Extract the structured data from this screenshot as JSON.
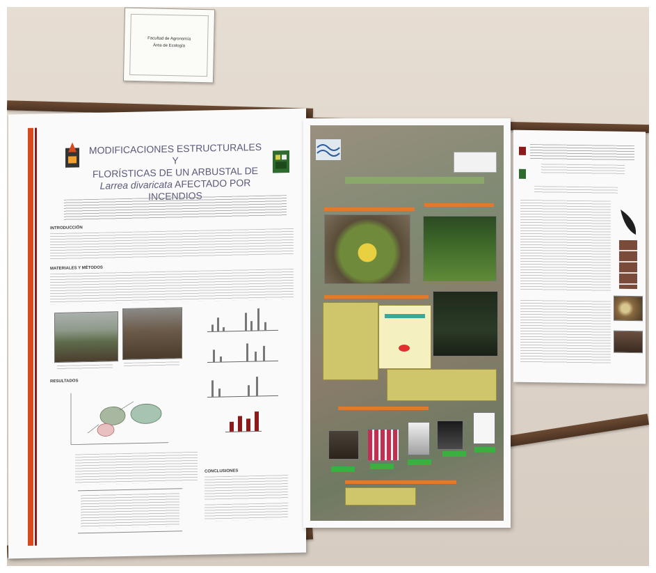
{
  "sign": {
    "line1": "Facultad de Agronomía",
    "line2": "Área de Ecología"
  },
  "poster_left": {
    "title_line1": "MODIFICACIONES ESTRUCTURALES Y",
    "title_line2": "FLORÍSTICAS DE UN ARBUSTAL DE",
    "title_line3_italic": "Larrea divaricata",
    "title_line3_rest": " AFECTADO POR",
    "title_line4": "INCENDIOS",
    "section_intro": "INTRODUCCIÓN",
    "section_methods": "MATERIALES Y MÉTODOS",
    "section_results": "RESULTADOS",
    "section_conclusions": "CONCLUSIONES"
  },
  "colors": {
    "accent_red": "#d84a1e",
    "dark_red": "#8b1a1a",
    "poster_bg": "#fafafa",
    "olive_box": "#cfc56a",
    "orange_bar": "#e07a30",
    "rail_wood": "#5b3d28"
  }
}
